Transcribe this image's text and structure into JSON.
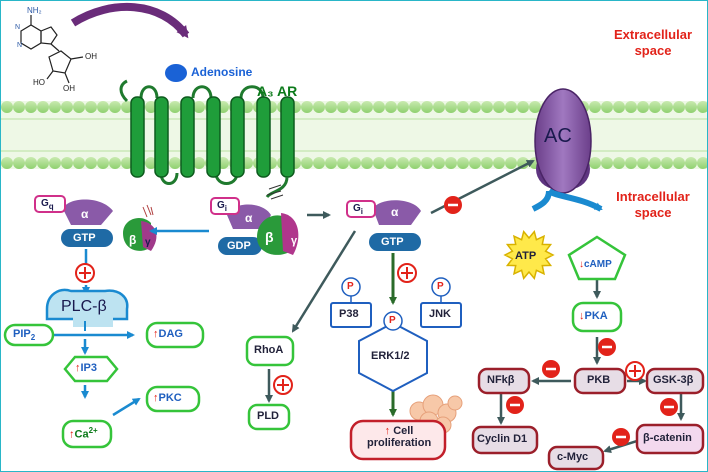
{
  "labels": {
    "extracellular": "Extracellular space",
    "intracellular": "Intracellular space",
    "adenosine": "Adenosine",
    "a3ar": "A₃ AR",
    "ac": "AC",
    "gq": "G",
    "gq_sub": "q",
    "gi_sub": "i",
    "alpha": "α",
    "beta": "β",
    "gamma": "γ",
    "gtp": "GTP",
    "gdp": "GDP",
    "plc": "PLC-β",
    "pip2": "PIP",
    "pip2_sub": "2",
    "dag": "DAG",
    "ip3": "IP3",
    "pkc": "PKC",
    "ca": "Ca",
    "ca_sup": "2+",
    "rhoa": "RhoA",
    "pld": "PLD",
    "p38": "P38",
    "p": "P",
    "erk": "ERK1/2",
    "jnk": "JNK",
    "cell_prolif_1": "Cell",
    "cell_prolif_2": "proliferation",
    "atp": "ATP",
    "camp": "cAMP",
    "pka": "PKA",
    "pkb": "PKB",
    "nfkb": "NFkβ",
    "gsk": "GSK-3β",
    "cyclin": "Cyclin D1",
    "bcatenin": "β-catenin",
    "cmyc": "c-Myc",
    "plus": "+",
    "minus": "−",
    "up_arrow": "↑",
    "down_arrow": "↓"
  },
  "icons": [
    "adenosine-molecule-icon",
    "membrane-icon",
    "receptor-icon",
    "plus-icon",
    "minus-icon",
    "arrow-icon"
  ],
  "colors": {
    "accent_teal": "#29b6c8",
    "membrane_green": "#8fd06f",
    "receptor_green": "#1f9d3a",
    "purple": "#8a5aa8",
    "gtp_blue": "#1f6aa5",
    "box_green": "#35c43a",
    "box_red": "#b0202a",
    "plus_red": "#e2231a",
    "arrow_grey": "#3e5a5c",
    "arrow_blue": "#1a8ad0"
  }
}
